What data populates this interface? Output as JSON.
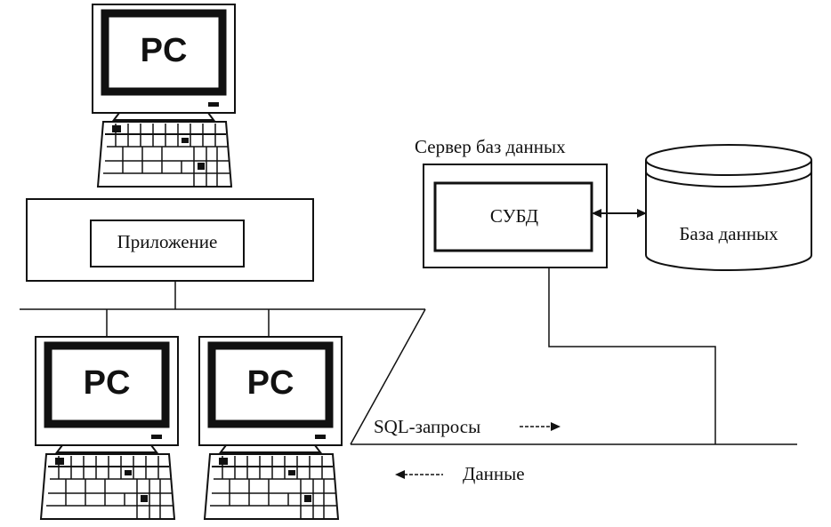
{
  "diagram": {
    "pc_label": "PC",
    "application_label": "Приложение",
    "server_title": "Сервер баз данных",
    "dbms_label": "СУБД",
    "database_label": "База данных",
    "sql_queries_label": "SQL-запросы",
    "data_label": "Данные"
  }
}
